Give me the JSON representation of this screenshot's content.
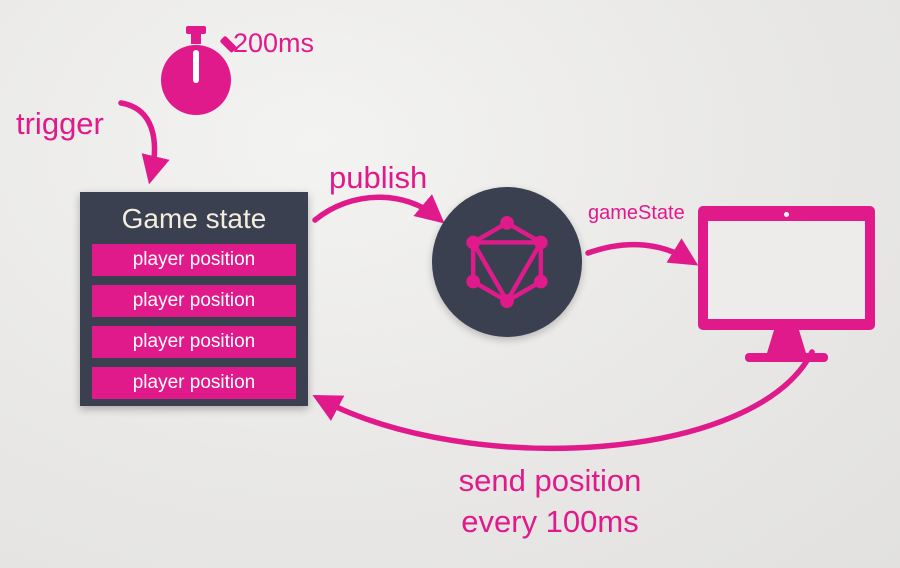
{
  "colors": {
    "accent": "#e11a8c",
    "dark": "#3a4050",
    "box_title_text": "#f2eddf",
    "row_text": "#ffffff"
  },
  "icons": {
    "stopwatch": "stopwatch-icon",
    "graphql_logo": "graphql-logo-icon",
    "monitor": "monitor-icon"
  },
  "diagram": {
    "timer_label": "200ms",
    "trigger_label": "trigger",
    "publish_label": "publish",
    "event_label": "gameState",
    "return_label_line1": "send position",
    "return_label_line2": "every 100ms",
    "game_state_box": {
      "title": "Game state",
      "rows": [
        "player position",
        "player position",
        "player position",
        "player position"
      ]
    }
  }
}
